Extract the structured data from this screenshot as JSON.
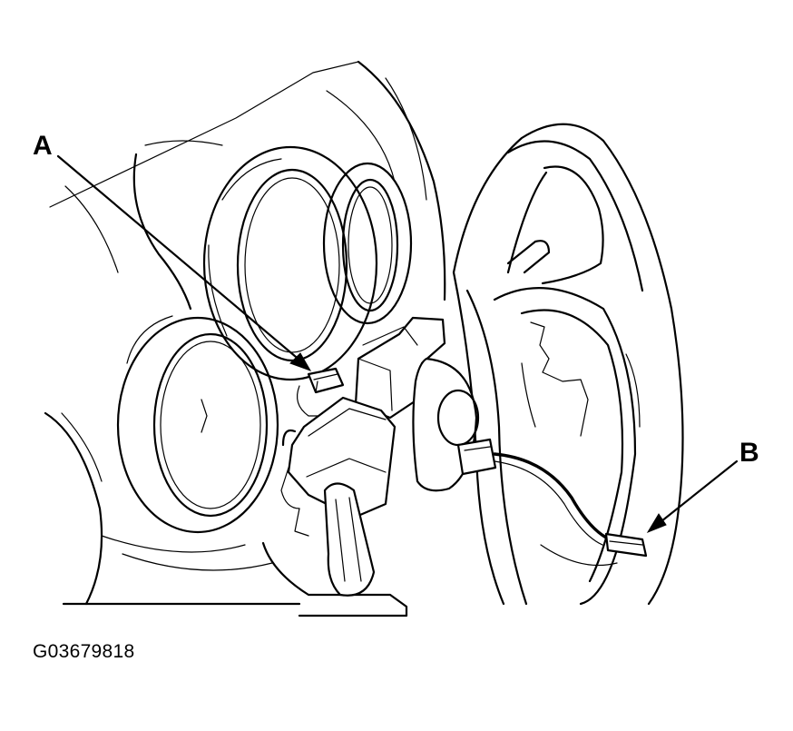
{
  "callouts": {
    "a": {
      "letter": "A"
    },
    "b": {
      "letter": "B"
    }
  },
  "figure_id": "G03679818"
}
